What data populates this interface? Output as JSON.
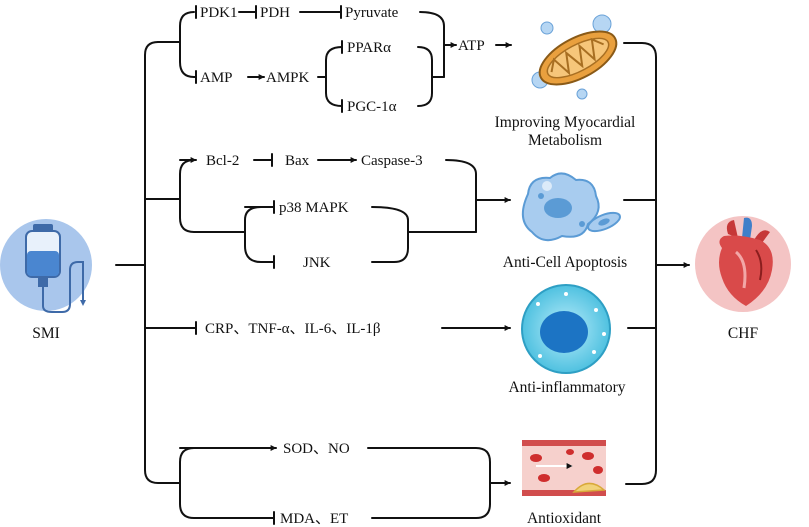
{
  "source": {
    "label": "SMI"
  },
  "target": {
    "label": "CHF"
  },
  "metabolism": {
    "pdk1": "PDK1",
    "pdh": "PDH",
    "pyruvate": "Pyruvate",
    "amp": "AMP",
    "ampk": "AMPK",
    "ppar": "PPARα",
    "pgc": "PGC-1α",
    "atp": "ATP",
    "caption_line1": "Improving Myocardial",
    "caption_line2": "Metabolism"
  },
  "apoptosis": {
    "bcl2": "Bcl-2",
    "bax": "Bax",
    "caspase": "Caspase-3",
    "p38": "p38 MAPK",
    "jnk": "JNK",
    "caption": "Anti-Cell Apoptosis"
  },
  "inflammation": {
    "markers": "CRP、TNF-α、IL-6、IL-1β",
    "caption": "Anti-inflammatory"
  },
  "oxidation": {
    "sod": "SOD、NO",
    "mda": "MDA、ET",
    "caption": "Antioxidant"
  },
  "colors": {
    "smi_circle": "#a9c6ec",
    "chf_circle": "#f4c4c4",
    "mitochondria": "#e9a03e",
    "cell_blue": "#5b9bd5",
    "inflam_cell": "#4fc1e0",
    "vessel": "#e05050"
  },
  "icons": {
    "smi": "iv-drip-bag-icon",
    "chf": "heart-icon",
    "metabolism": "mitochondria-icon",
    "apoptosis": "apoptotic-cell-icon",
    "inflammation": "immune-cell-icon",
    "oxidation": "blood-vessel-icon"
  }
}
